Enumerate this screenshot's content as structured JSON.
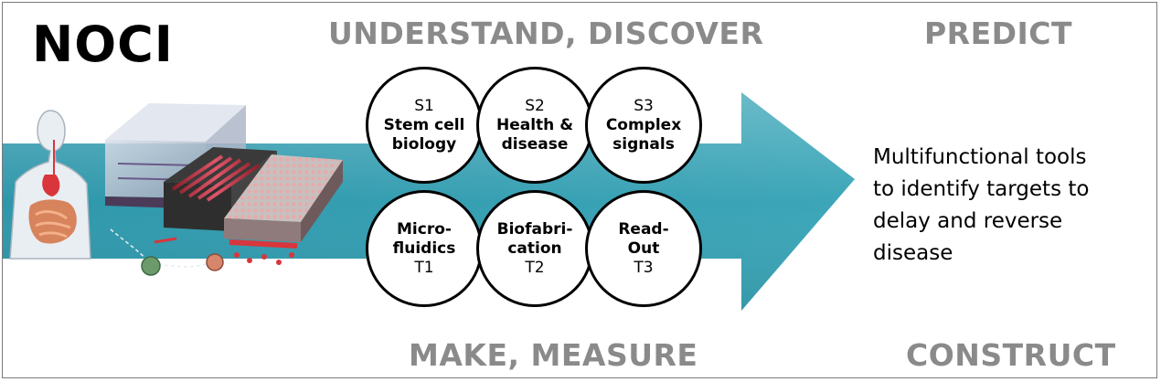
{
  "brand": "NOCI",
  "headings": {
    "understand": "UNDERSTAND, DISCOVER",
    "predict": "PREDICT",
    "make": "MAKE, MEASURE",
    "construct": "CONSTRUCT"
  },
  "science_circles": [
    {
      "code": "S1",
      "label": "Stem cell\nbiology"
    },
    {
      "code": "S2",
      "label": "Health &\ndisease"
    },
    {
      "code": "S3",
      "label": "Complex\nsignals"
    }
  ],
  "technology_circles": [
    {
      "code": "T1",
      "label": "Micro-\nfluidics"
    },
    {
      "code": "T2",
      "label": "Biofabri-\ncation"
    },
    {
      "code": "T3",
      "label": "Read-\nOut"
    }
  ],
  "outcome": "Multifunctional tools\nto identify targets to\ndelay and reverse\ndisease",
  "colors": {
    "arrow_teal": "#3aa2b4",
    "heading_gray": "#8a8a8a",
    "organ_red": "#d8363c",
    "intestine_orange": "#d5774a"
  }
}
